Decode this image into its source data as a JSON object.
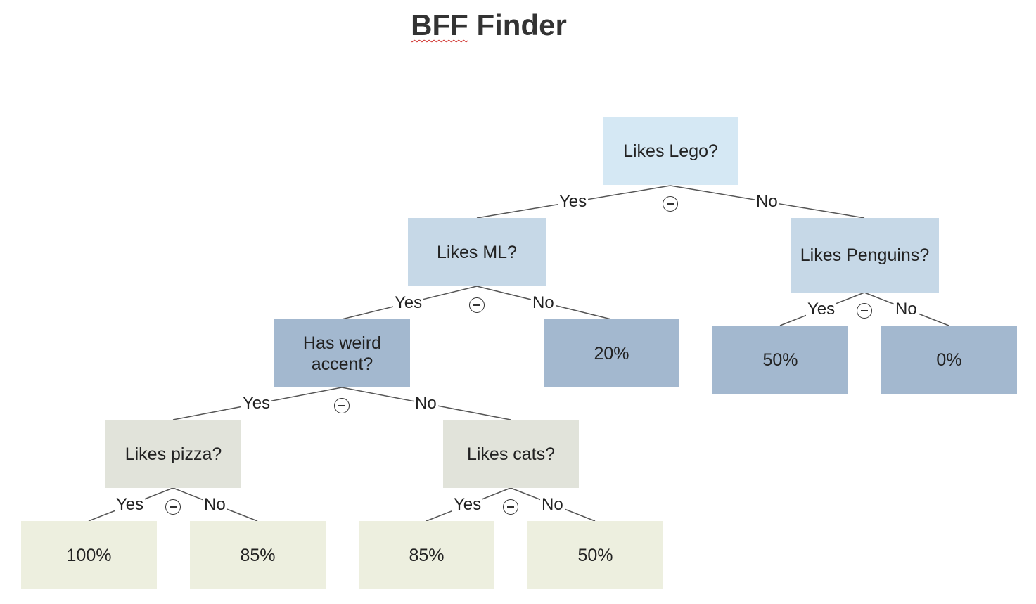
{
  "title": {
    "word1": "BFF",
    "word2": "Finder"
  },
  "nodes": {
    "likes_lego": "Likes Lego?",
    "likes_ml": "Likes ML?",
    "likes_penguins": "Likes Penguins?",
    "has_weird_accent": "Has weird accent?",
    "ml_no_result": "20%",
    "penguins_yes_result": "50%",
    "penguins_no_result": "0%",
    "likes_pizza": "Likes pizza?",
    "likes_cats": "Likes cats?",
    "pizza_yes_result": "100%",
    "pizza_no_result": "85%",
    "cats_yes_result": "85%",
    "cats_no_result": "50%"
  },
  "edge_labels": {
    "yes": "Yes",
    "no": "No"
  },
  "colors": {
    "root": "#d5e8f4",
    "level1": "#c6d8e7",
    "level2": "#a3b8cf",
    "level3": "#e1e3da",
    "leaf": "#edefdf",
    "connector": "#555555"
  },
  "icons": {
    "collapse": "collapse-minus-icon"
  }
}
